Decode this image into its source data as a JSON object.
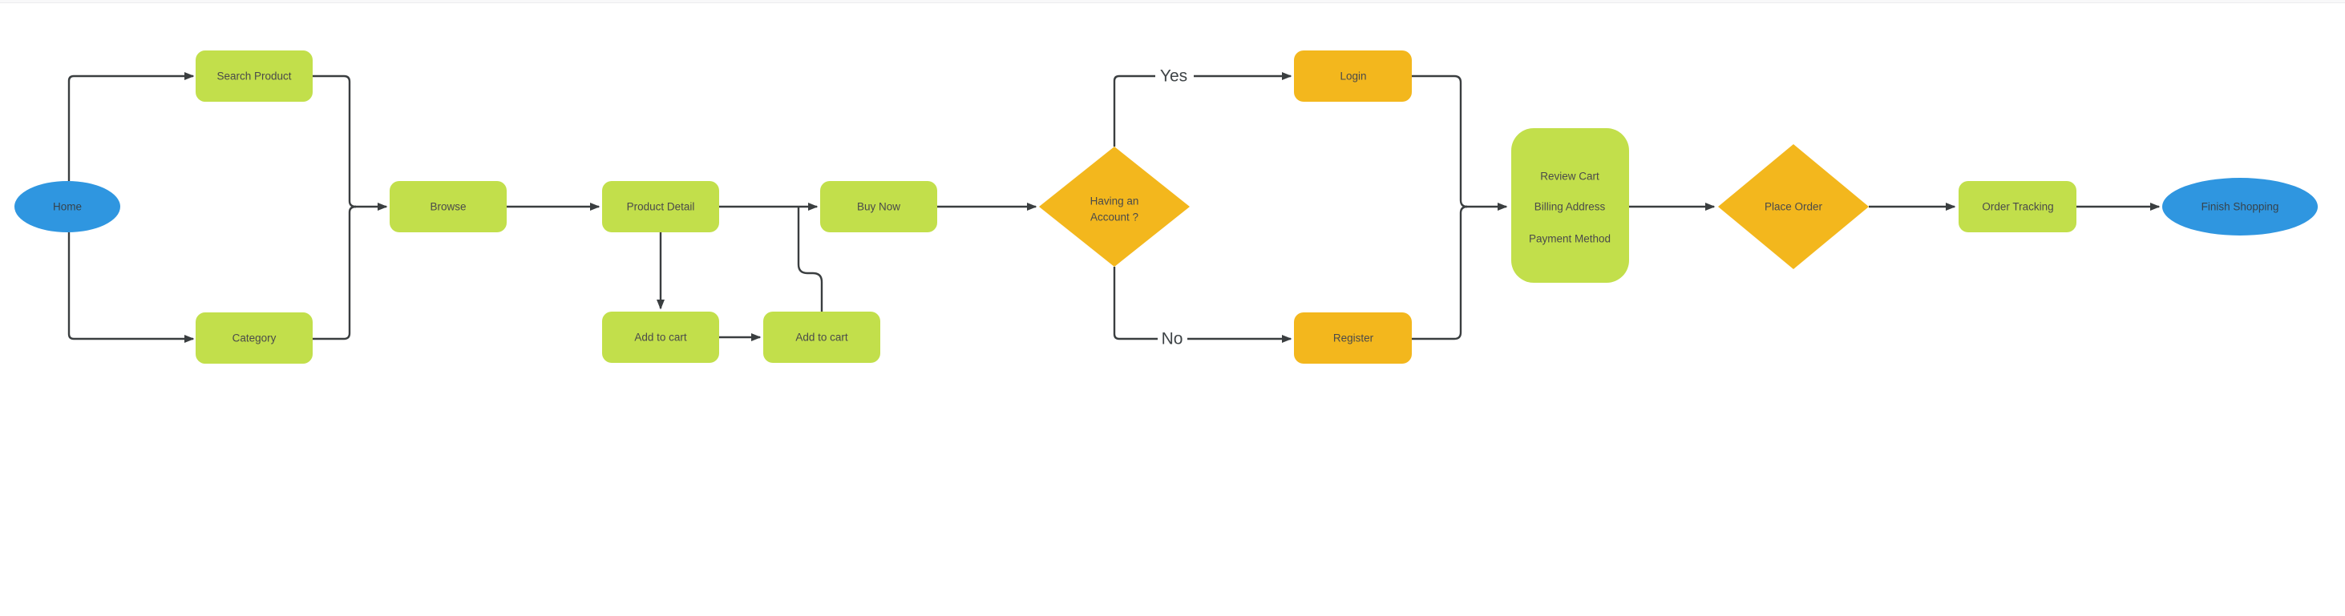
{
  "diagram": {
    "title_hint": "online shopping flowchart",
    "palette": {
      "process_green": "#c2df4b",
      "decision_amber": "#f3b71d",
      "terminator_blue": "#2f96e0",
      "connector_line": "#3a3e40",
      "label_text": "#4a4a4a"
    },
    "nodes": {
      "home": {
        "label": "Home",
        "type": "terminator"
      },
      "search_product": {
        "label": "Search Product",
        "type": "process"
      },
      "category": {
        "label": "Category",
        "type": "process"
      },
      "browse": {
        "label": "Browse",
        "type": "process"
      },
      "product_detail": {
        "label": "Product Detail",
        "type": "process"
      },
      "buy_now": {
        "label": "Buy Now",
        "type": "process"
      },
      "add_to_cart_1": {
        "label": "Add to cart",
        "type": "process"
      },
      "add_to_cart_2": {
        "label": "Add to cart",
        "type": "process"
      },
      "having_account": {
        "label_line1": "Having an",
        "label_line2": "Account ?",
        "type": "decision"
      },
      "login": {
        "label": "Login",
        "type": "process"
      },
      "register": {
        "label": "Register",
        "type": "process"
      },
      "checkout": {
        "line1": "Review Cart",
        "line2": "Billing Address",
        "line3": "Payment Method",
        "type": "process"
      },
      "place_order": {
        "label": "Place Order",
        "type": "decision"
      },
      "order_tracking": {
        "label": "Order Tracking",
        "type": "process"
      },
      "finish_shopping": {
        "label": "Finish Shopping",
        "type": "terminator"
      }
    },
    "edge_labels": {
      "yes": "Yes",
      "no": "No"
    }
  }
}
